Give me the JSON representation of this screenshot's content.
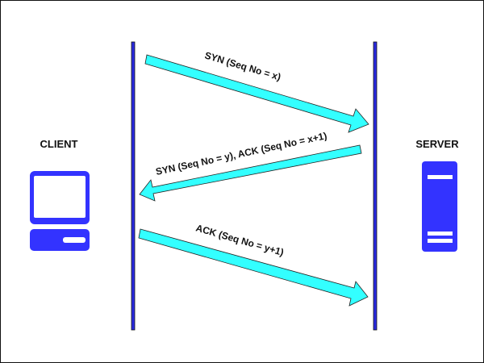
{
  "diagram": {
    "title": "TCP Three-Way Handshake",
    "client": {
      "label": "CLIENT",
      "icon": "computer-icon"
    },
    "server": {
      "label": "SERVER",
      "icon": "server-icon"
    },
    "messages": [
      {
        "label": "SYN (Seq No = x)",
        "direction": "client-to-server"
      },
      {
        "label": "SYN (Seq No = y), ACK (Seq No = x+1)",
        "direction": "server-to-client"
      },
      {
        "label": "ACK (Seq No = y+1)",
        "direction": "client-to-server"
      }
    ],
    "colors": {
      "lifeline": "#2a2ae0",
      "arrow_fill": "#33ffff",
      "icon": "#3333ff",
      "border": "#111111"
    }
  }
}
